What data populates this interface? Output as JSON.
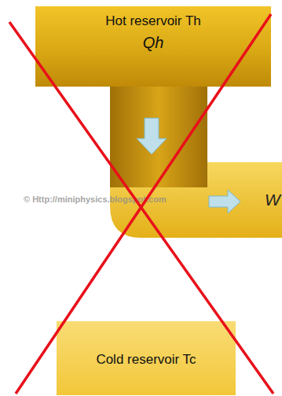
{
  "diagram": {
    "nodes": [
      {
        "text": [
          "Hot reservoir Th",
          "Qh"
        ]
      },
      {
        "text": [
          "Cold reservoir Tc"
        ]
      }
    ],
    "labels": [
      "W",
      "© Http://miniphysics.blogspot.com"
    ]
  }
}
